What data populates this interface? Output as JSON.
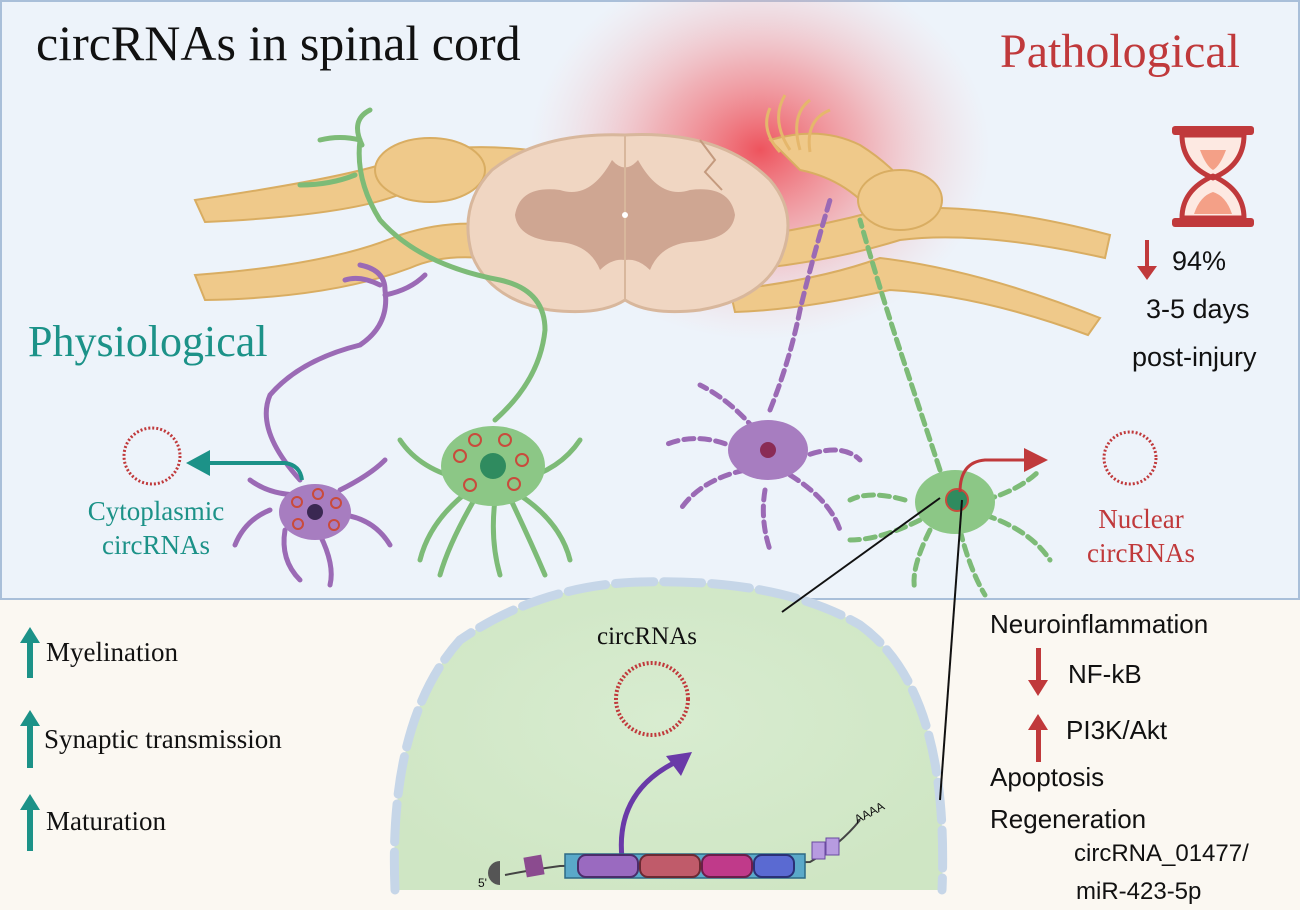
{
  "title": "circRNAs in spinal cord",
  "pathological": {
    "label": "Pathological",
    "percent": "94%",
    "duration": "3-5 days",
    "timepoint": "post-injury"
  },
  "physiological": {
    "label": "Physiological"
  },
  "cytoplasmic": {
    "line1": "Cytoplasmic",
    "line2": "circRNAs"
  },
  "nuclear": {
    "line1": "Nuclear",
    "line2": "circRNAs"
  },
  "nucleus": {
    "circ_label": "circRNAs",
    "five_prime": "5'",
    "polya": "AAAA"
  },
  "left_effects": [
    {
      "label": "Myelination",
      "direction": "up"
    },
    {
      "label": "Synaptic transmission",
      "direction": "up"
    },
    {
      "label": "Maturation",
      "direction": "up"
    }
  ],
  "right_effects": {
    "heading": "Neuroinflammation",
    "pathways": [
      {
        "label": "NF-kB",
        "direction": "down"
      },
      {
        "label": "PI3K/Akt",
        "direction": "up"
      }
    ],
    "apoptosis": "Apoptosis",
    "regeneration": "Regeneration",
    "axis_line1": "circRNA_01477/",
    "axis_line2": "miR-423-5p"
  },
  "colors": {
    "teal": "#1c9288",
    "red": "#c0393b",
    "purple_neuron": "#9b6ab5",
    "green_neuron": "#7dbb77",
    "nerve": "#efc98a",
    "cord": "#f0d6c2",
    "panel_bg": "#edf3fa"
  },
  "icons": [
    "hourglass-icon",
    "arrow-up-icon",
    "arrow-down-icon"
  ]
}
